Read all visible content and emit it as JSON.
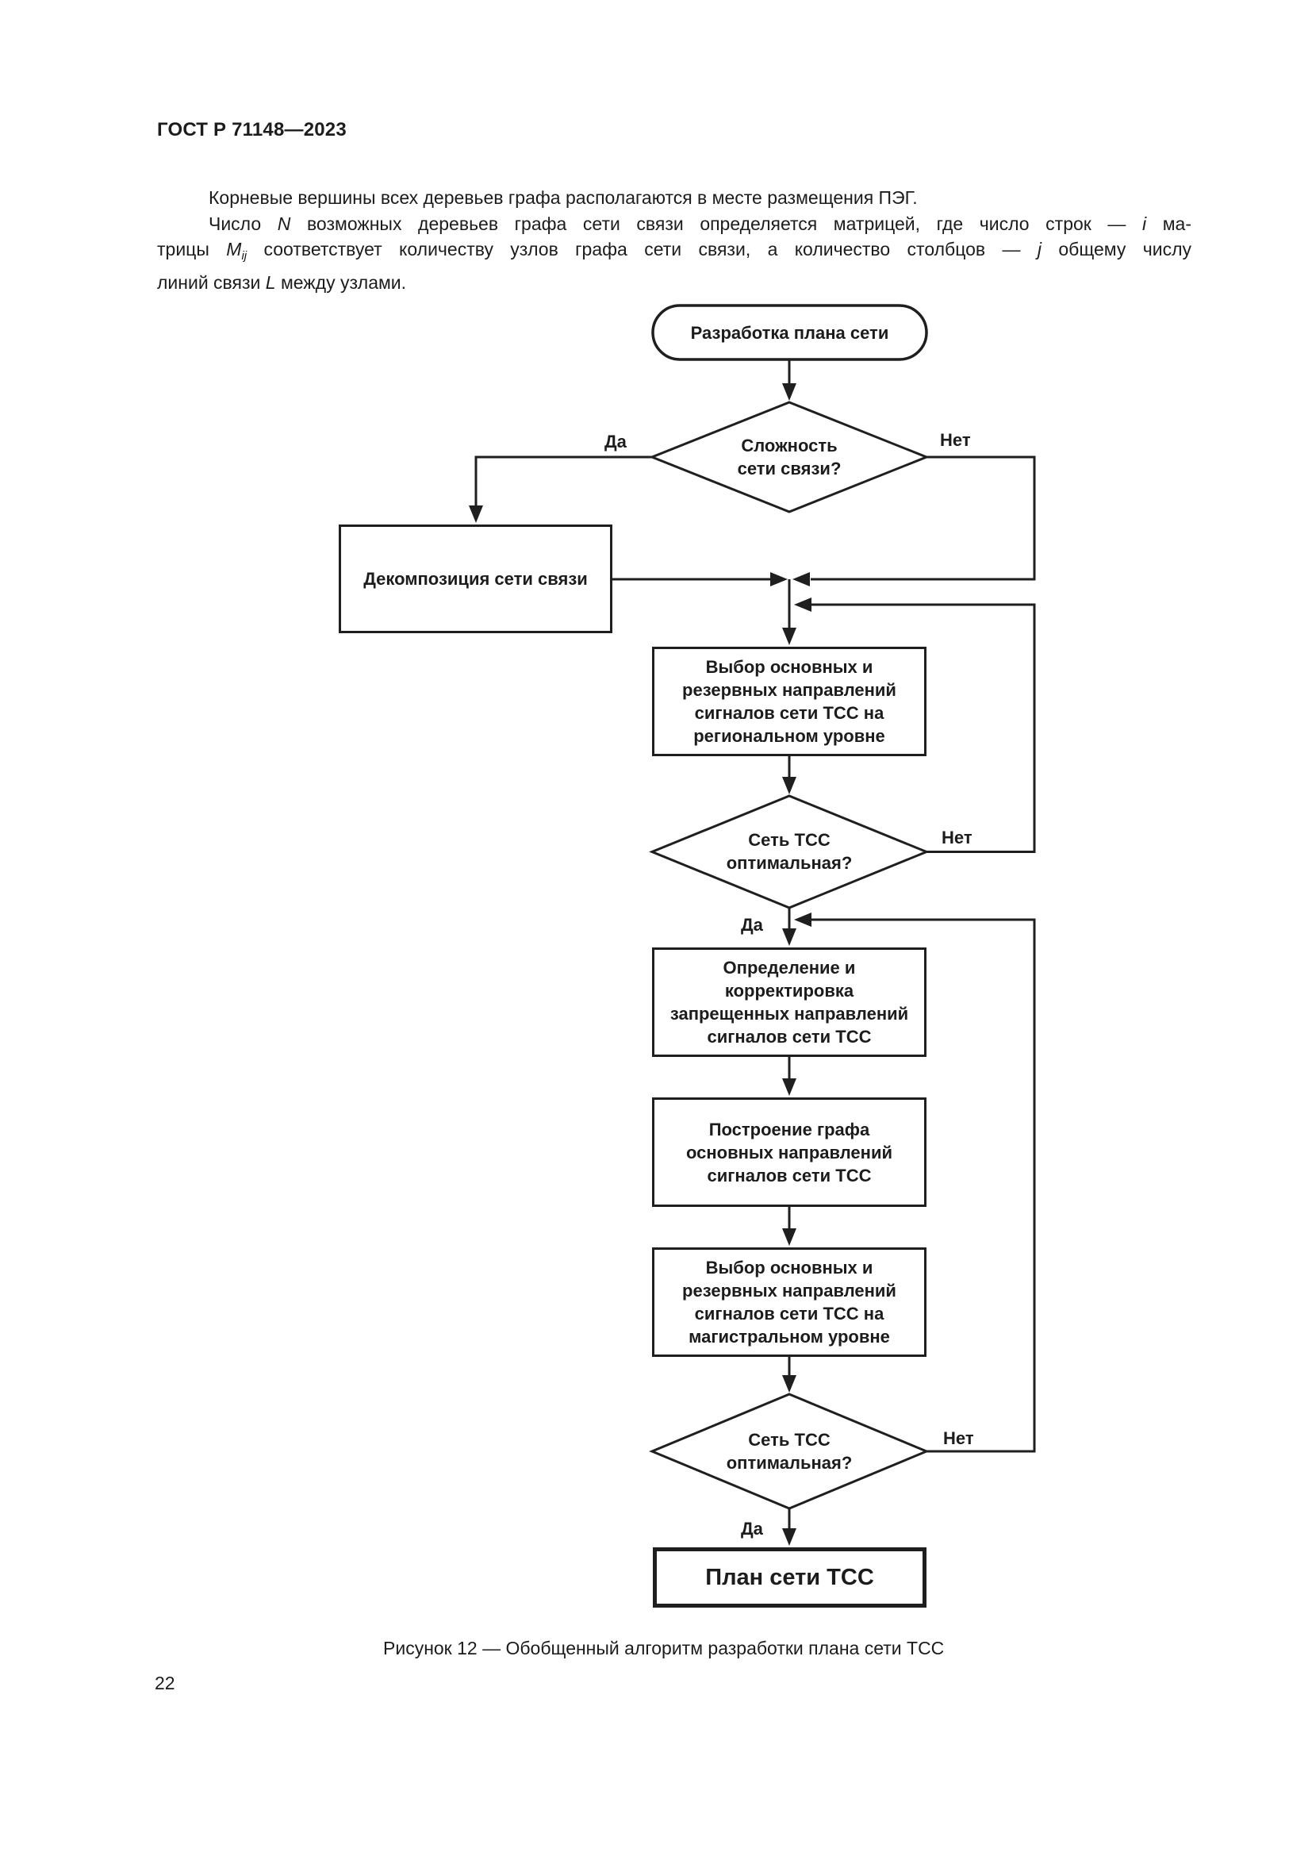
{
  "page": {
    "header": "ГОСТ Р 71148—2023",
    "page_number": "22",
    "caption": "Рисунок 12 — Обобщенный алгоритм разработки плана сети ТСС"
  },
  "intro": {
    "line1": "Корневые вершины всех деревьев графа располагаются в месте размещения ПЭГ.",
    "line2": {
      "t1": "Число ",
      "i1": "N",
      "t2": " возможных деревьев графа сети связи определяется матрицей, где число строк — ",
      "i2": "i",
      "t3": " ма-"
    },
    "line3": {
      "t1": "трицы ",
      "i1": "M",
      "sub": "ij",
      "t2": " соответствует количеству узлов графа сети связи, а количество столбцов — ",
      "i2": "j",
      "t3": " общему числу"
    },
    "line4": {
      "t1": "линий связи ",
      "i1": "L",
      "t2": " между узлами."
    }
  },
  "flowchart": {
    "start": "Разработка плана сети",
    "decision_complexity": {
      "lines": [
        "Сложность",
        "сети связи?"
      ],
      "yes": "Да",
      "no": "Нет"
    },
    "process_decomposition": "Декомпозиция сети связи",
    "process_regional": [
      "Выбор основных и",
      "резервных направлений",
      "сигналов сети ТСС на",
      "региональном уровне"
    ],
    "decision_optimal_1": {
      "lines": [
        "Сеть ТСС",
        "оптимальная?"
      ],
      "yes": "Да",
      "no": "Нет"
    },
    "process_forbidden": [
      "Определение и",
      "корректировка",
      "запрещенных направлений",
      "сигналов сети ТСС"
    ],
    "process_graph": [
      "Построение графа",
      "основных направлений",
      "сигналов сети ТСС"
    ],
    "process_backbone": [
      "Выбор основных и",
      "резервных направлений",
      "сигналов сети ТСС на",
      "магистральном уровне"
    ],
    "decision_optimal_2": {
      "lines": [
        "Сеть ТСС",
        "оптимальная?"
      ],
      "yes": "Да",
      "no": "Нет"
    },
    "end": "План сети ТСС"
  },
  "colors": {
    "ink": "#1f1f1f",
    "paper": "#ffffff"
  }
}
